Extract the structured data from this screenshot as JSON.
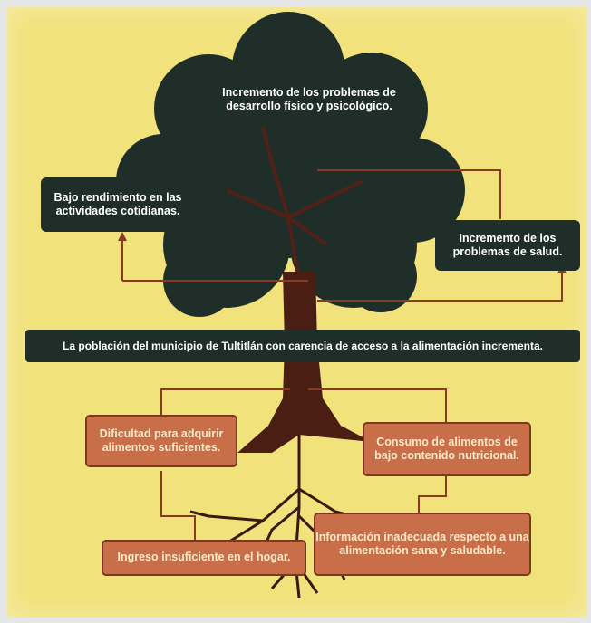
{
  "effects": {
    "top": "Incremento de los problemas de desarrollo físico y psicológico.",
    "left": "Bajo rendimiento en las actividades cotidianas.",
    "right": "Incremento de los problemas de salud."
  },
  "central_problem": "La población del municipio de Tultitlán con carencia de acceso a la alimentación incrementa.",
  "causes": {
    "left_upper": "Dificultad para adquirir alimentos suficientes.",
    "right_upper": "Consumo de alimentos de bajo contenido nutricional.",
    "left_lower": "Ingreso insuficiente en el hogar.",
    "right_lower": "Información inadecuada respecto a una alimentación sana y saludable."
  },
  "colors": {
    "background": "#f2e27c",
    "canopy": "#1f2e28",
    "trunk": "#4a1e12",
    "connector": "#8a3a22",
    "cause_box": "#c86f4a"
  }
}
